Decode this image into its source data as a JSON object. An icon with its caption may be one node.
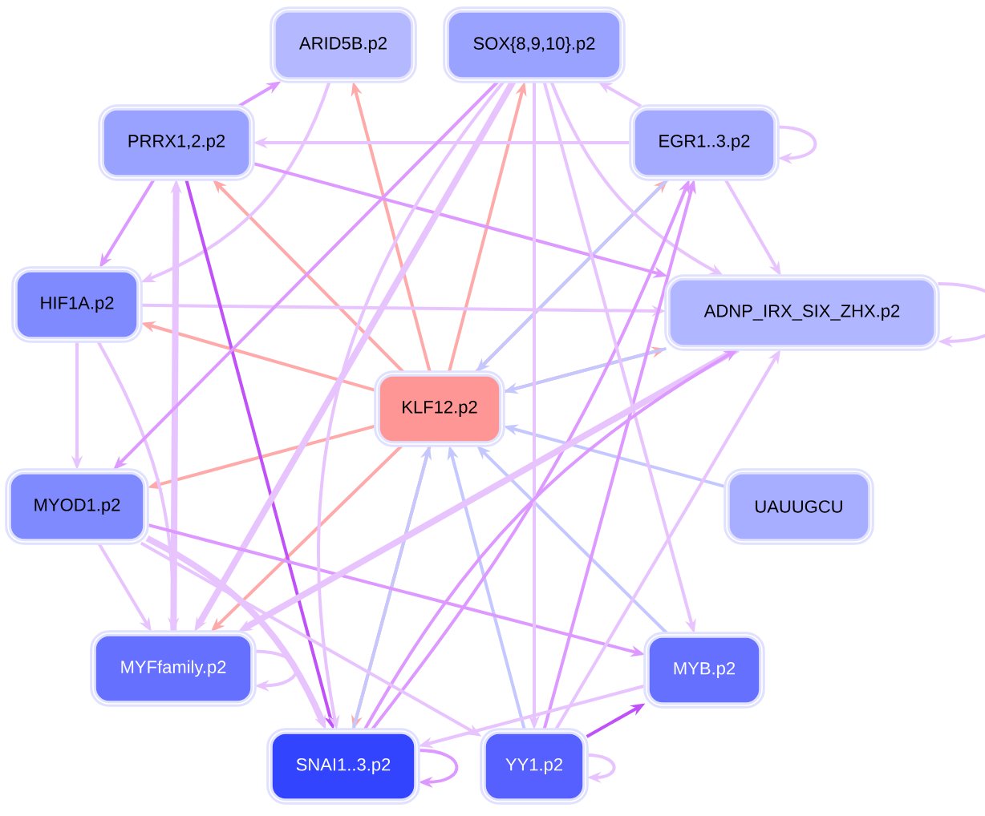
{
  "diagram": {
    "nodes": [
      {
        "text": [
          "ARID5B.p2"
        ]
      },
      {
        "text": [
          "SOX{8,9,10}.p2"
        ]
      },
      {
        "text": [
          "PRRX1,2.p2"
        ]
      },
      {
        "text": [
          "EGR1..3.p2"
        ]
      },
      {
        "text": [
          "HIF1A.p2"
        ]
      },
      {
        "text": [
          "ADNP_IRX_SIX_ZHX.p2"
        ]
      },
      {
        "text": [
          "KLF12.p2"
        ]
      },
      {
        "text": [
          "MYOD1.p2"
        ]
      },
      {
        "text": [
          "UAUUGCU"
        ]
      },
      {
        "text": [
          "MYFfamily.p2"
        ]
      },
      {
        "text": [
          "MYB.p2"
        ]
      },
      {
        "text": [
          "SNAI1..3.p2"
        ]
      },
      {
        "text": [
          "YY1.p2"
        ]
      }
    ],
    "edges": [
      {
        "from": 6,
        "to": 0,
        "arrow": "to",
        "color": "#ffaaaa"
      },
      {
        "from": 6,
        "to": 1,
        "arrow": "to",
        "color": "#ffaaaa"
      },
      {
        "from": 6,
        "to": 2,
        "arrow": "to",
        "color": "#ffaaaa"
      },
      {
        "from": 6,
        "to": 4,
        "arrow": "to",
        "color": "#ffaaaa"
      },
      {
        "from": 6,
        "to": 7,
        "arrow": "to",
        "color": "#ffaaaa"
      },
      {
        "from": 6,
        "to": 9,
        "arrow": "to",
        "color": "#ffaaaa"
      },
      {
        "from": 6,
        "to": 5,
        "arrow": "to",
        "color": "#ffaaaa"
      },
      {
        "from": 6,
        "to": 3,
        "arrow": "to",
        "color": "#ffaaaa"
      },
      {
        "from": 6,
        "to": 11,
        "arrow": "to",
        "color": "#ffaaaa"
      },
      {
        "from": 8,
        "to": 6,
        "arrow": "to",
        "color": "#c4c8ff"
      },
      {
        "from": 10,
        "to": 6,
        "arrow": "to",
        "color": "#c4c8ff"
      },
      {
        "from": 12,
        "to": 6,
        "arrow": "to",
        "color": "#c4c8ff"
      },
      {
        "from": 11,
        "to": 6,
        "arrow": "to",
        "color": "#c4c8ff"
      },
      {
        "from": 5,
        "to": 6,
        "arrow": "to",
        "color": "#c4c8ff"
      },
      {
        "from": 3,
        "to": 6,
        "arrow": "to",
        "color": "#c4c8ff"
      },
      {
        "from": 2,
        "to": 0,
        "arrow": "to",
        "color": "#dd99ff"
      },
      {
        "from": 0,
        "to": 4,
        "arrow": "to"
      },
      {
        "from": 2,
        "to": 4,
        "arrow": "to",
        "color": "#dd99ff"
      },
      {
        "from": 3,
        "to": 2,
        "arrow": "to"
      },
      {
        "from": 3,
        "to": 1,
        "arrow": "to"
      },
      {
        "from": 3,
        "to": 3,
        "arrow": "to"
      },
      {
        "from": 3,
        "to": 5,
        "arrow": "to"
      },
      {
        "from": 5,
        "to": 5,
        "arrow": "to"
      },
      {
        "from": 1,
        "to": 5,
        "arrow": "to"
      },
      {
        "from": 2,
        "to": 5,
        "arrow": "to",
        "color": "#dd99ff"
      },
      {
        "from": 4,
        "to": 5,
        "arrow": "to"
      },
      {
        "from": 4,
        "to": 7,
        "arrow": "to"
      },
      {
        "from": 4,
        "to": 9,
        "arrow": "to"
      },
      {
        "from": 9,
        "to": 2,
        "arrow": "to",
        "style": "thick"
      },
      {
        "from": 2,
        "to": 11,
        "arrow": "to",
        "color": "#c050f8"
      },
      {
        "from": 1,
        "to": 9,
        "arrow": "to",
        "style": "thick"
      },
      {
        "from": 1,
        "to": 7,
        "arrow": "to",
        "color": "#dd99ff"
      },
      {
        "from": 7,
        "to": 10,
        "arrow": "to",
        "color": "#dd99ff"
      },
      {
        "from": 7,
        "to": 9,
        "arrow": "to"
      },
      {
        "from": 7,
        "to": 11,
        "arrow": "to",
        "style": "thick"
      },
      {
        "from": 9,
        "to": 9,
        "arrow": "to"
      },
      {
        "from": 11,
        "to": 11,
        "arrow": "to",
        "color": "#dd99ff"
      },
      {
        "from": 12,
        "to": 12,
        "arrow": "to"
      },
      {
        "from": 12,
        "to": 10,
        "arrow": "to",
        "color": "#c050f8"
      },
      {
        "from": 11,
        "to": 3,
        "arrow": "to",
        "color": "#dd99ff"
      },
      {
        "from": 12,
        "to": 3,
        "arrow": "to",
        "color": "#dd99ff"
      },
      {
        "from": 12,
        "to": 5,
        "arrow": "to"
      },
      {
        "from": 1,
        "to": 11,
        "arrow": "to"
      },
      {
        "from": 1,
        "to": 10,
        "arrow": "to"
      },
      {
        "from": 1,
        "to": 12,
        "arrow": "to"
      },
      {
        "from": 5,
        "to": 9,
        "arrow": "to",
        "style": "thick"
      },
      {
        "from": 11,
        "to": 5,
        "arrow": "to",
        "color": "#dd99ff"
      },
      {
        "from": 10,
        "to": 11,
        "arrow": "to"
      },
      {
        "from": 7,
        "to": 12,
        "arrow": "to"
      }
    ]
  }
}
